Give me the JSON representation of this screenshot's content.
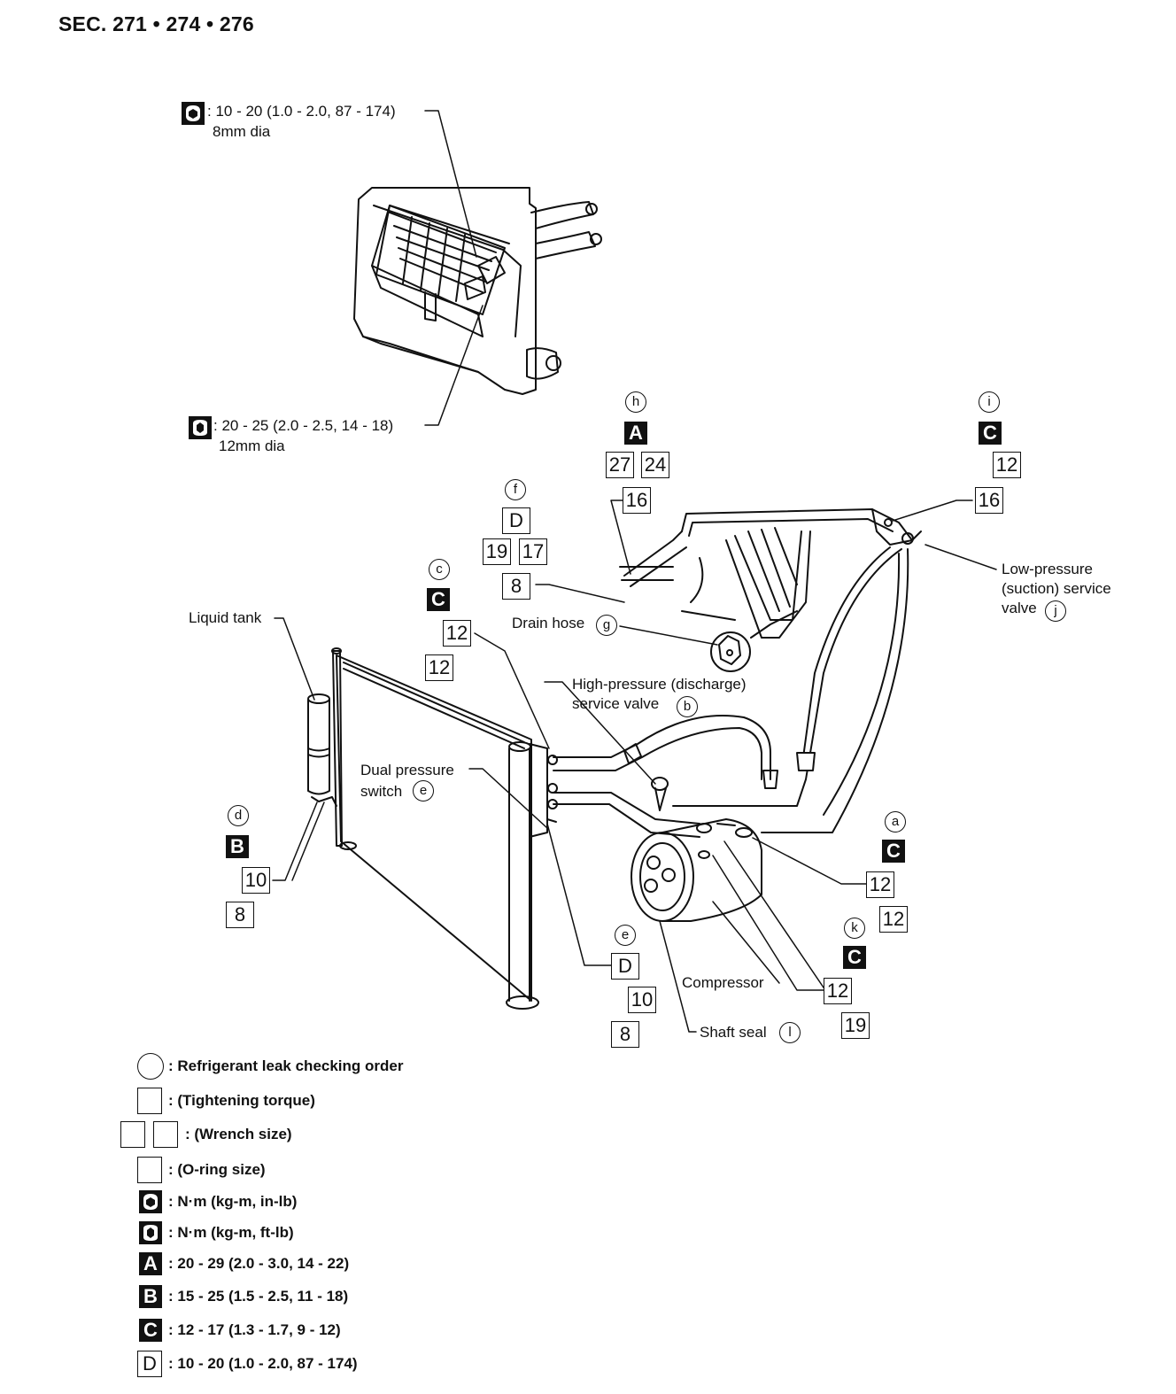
{
  "section_title": "SEC. 271 • 274 • 276",
  "top_spec": {
    "torque": ": 10 - 20 (1.0 - 2.0, 87 - 174)",
    "dia": "8mm dia"
  },
  "mid_spec": {
    "torque": ": 20 - 25 (2.0 - 2.5, 14 - 18)",
    "dia": "12mm dia"
  },
  "parts": {
    "liquid_tank": "Liquid tank",
    "drain_hose": "Drain hose",
    "high_pressure_1": "High-pressure (discharge)",
    "high_pressure_2": "service valve",
    "low_pressure_1": "Low-pressure",
    "low_pressure_2": "(suction) service",
    "low_pressure_3": "valve",
    "dual_pressure_1": "Dual pressure",
    "dual_pressure_2": "switch",
    "compressor": "Compressor",
    "shaft_seal": "Shaft seal"
  },
  "markers": {
    "a": "a",
    "b": "b",
    "c": "c",
    "d": "d",
    "e": "e",
    "e2": "e",
    "f": "f",
    "g": "g",
    "h": "h",
    "i": "i",
    "j": "j",
    "k": "k",
    "l": "l"
  },
  "spec_letters": {
    "A": "A",
    "B": "B",
    "C": "C",
    "D": "D"
  },
  "values": {
    "h_w1": "27",
    "h_w2": "24",
    "h_o": "16",
    "i_t": "12",
    "i_o": "16",
    "f_w1": "19",
    "f_w2": "17",
    "f_o": "8",
    "c_w": "12",
    "c_o": "12",
    "d_w": "10",
    "d_o": "8",
    "a_w": "12",
    "a_o": "12",
    "e_w": "10",
    "e_o": "8",
    "k_w": "12",
    "k_o": "19"
  },
  "legend": {
    "circle": ": Refrigerant leak checking order",
    "torque": ": (Tightening torque)",
    "wrench": ": (Wrench size)",
    "oring": ": (O-ring size)",
    "inlb": ": N·m (kg-m, in-lb)",
    "ftlb": ": N·m (kg-m, ft-lb)",
    "A": ": 20 - 29 (2.0 - 3.0, 14 - 22)",
    "B": ": 15 - 25 (1.5 - 2.5, 11 - 18)",
    "C": ": 12 - 17 (1.3 - 1.7, 9 - 12)",
    "D": ": 10 - 20 (1.0 - 2.0, 87 - 174)"
  }
}
